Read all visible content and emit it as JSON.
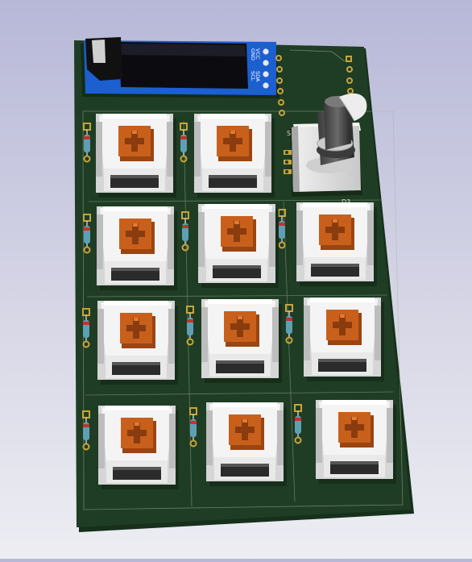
{
  "scene": {
    "background_top": "#b7b8d8",
    "background_bottom": "#ededf3",
    "board_color": "#1f3d24",
    "silkscreen_color": "#d8d8c8",
    "switch_housing_color": "#f4f4f4",
    "switch_stem_color": "#c8601c",
    "diode_body_color": "#5da0b4",
    "diode_band_color": "#c0352a",
    "pad_color": "#c9a43a",
    "display_blue": "#1c5fd0",
    "display_glass": "#0c0c10",
    "encoder_color": "#dcdcdc"
  },
  "display": {
    "pin_labels": [
      "GND",
      "VCC",
      "SCL",
      "SDA"
    ]
  },
  "encoder": {
    "designator": "S"
  },
  "diode": {
    "designator": "D3"
  },
  "keys": {
    "rows": 4,
    "columns": 3,
    "count": 11
  }
}
